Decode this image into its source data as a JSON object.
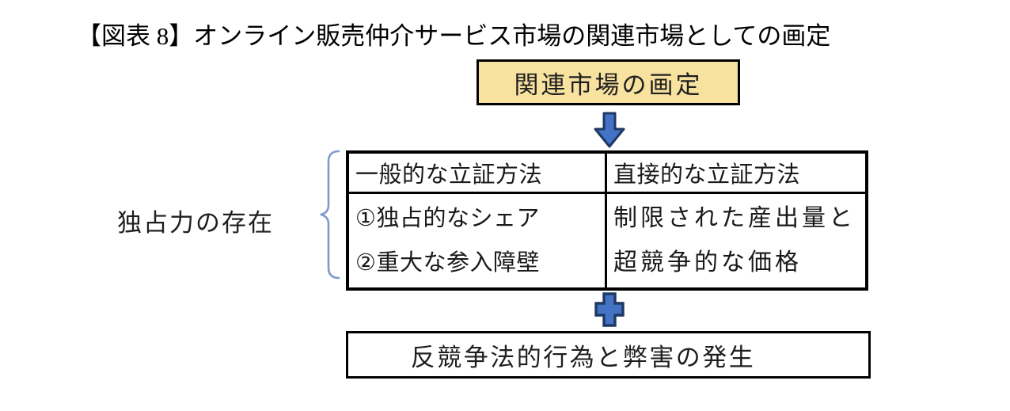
{
  "figure": {
    "title": "【図表 8】オンライン販売仲介サービス市場の関連市場としての画定"
  },
  "flow": {
    "top_box_label": "関連市場の画定",
    "bottom_box_label": "反競争法的行為と弊害の発生"
  },
  "monopoly": {
    "side_label": "独占力の存在"
  },
  "table": {
    "headers": [
      "一般的な立証方法",
      "直接的な立証方法"
    ],
    "general_column_lines": [
      "①独占的なシェア",
      "②重大な参入障壁"
    ],
    "direct_column_lines": [
      "制限された産出量と",
      "超競争的な価格"
    ]
  },
  "icons": {
    "down_arrow": "down-arrow-icon",
    "plus": "plus-icon",
    "left_brace": "left-brace-bracket"
  },
  "colors": {
    "top_box_fill": "#F8E2A0",
    "shape_fill": "#4472C4",
    "shape_stroke": "#1F3864",
    "brace_stroke": "#7E9AD0",
    "box_border": "#000000",
    "background": "#FFFFFF"
  }
}
